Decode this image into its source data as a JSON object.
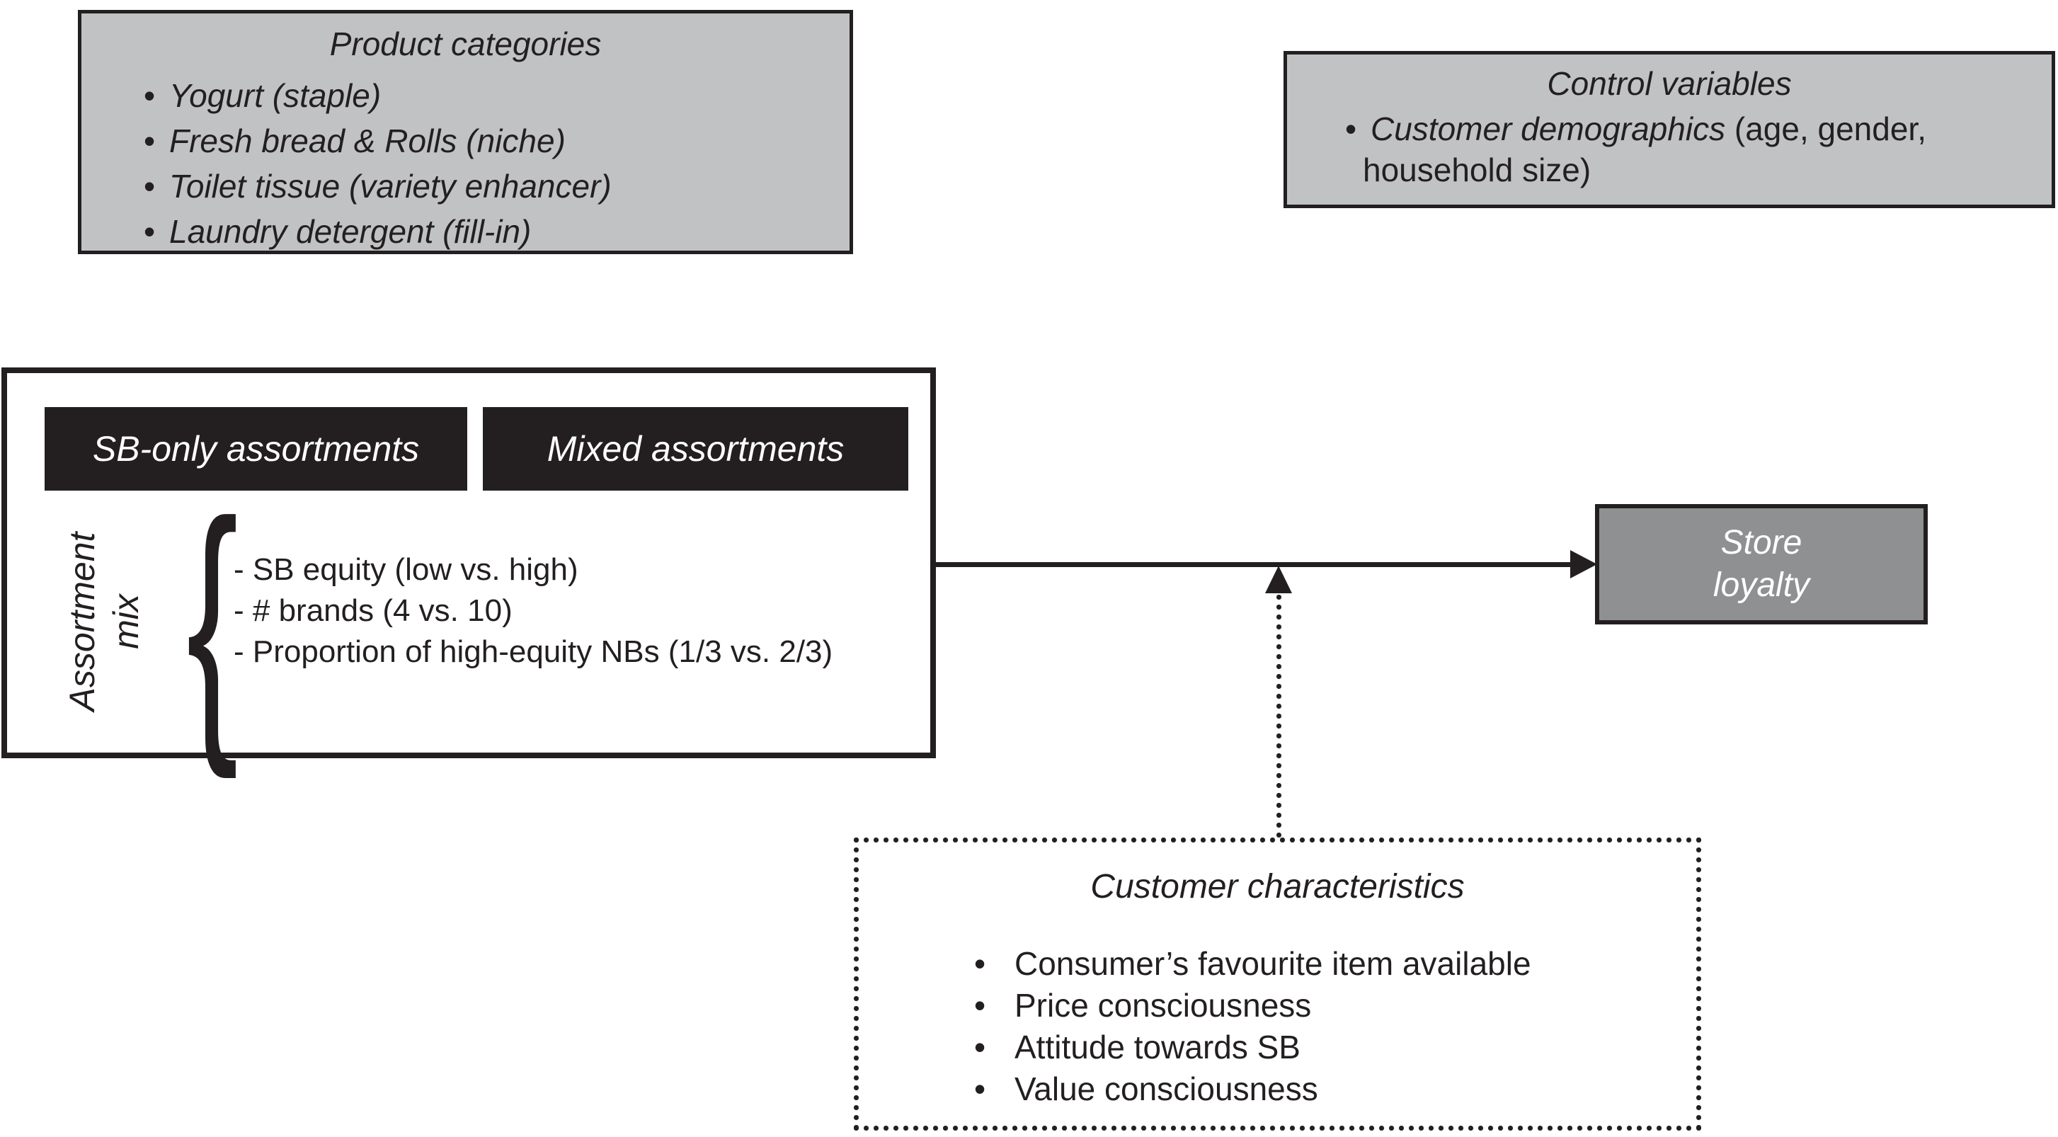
{
  "glyphs": {
    "bullet": "•"
  },
  "product_categories": {
    "title": "Product categories",
    "items": [
      "Yogurt (staple)",
      "Fresh bread & Rolls (niche)",
      "Toilet tissue (variety enhancer)",
      "Laundry detergent (fill-in)"
    ]
  },
  "control_variables": {
    "title": "Control variables",
    "item_emph": "Customer demographics",
    "item_rest": " (age, gender,",
    "item_line2": "household size)"
  },
  "assortment_box": {
    "header_left": "SB-only assortments",
    "header_right": "Mixed assortments",
    "side_label_line1": "Assortment",
    "side_label_line2": "mix",
    "brace": "{",
    "factors": [
      "- SB equity (low vs. high)",
      "- # brands (4 vs. 10)",
      "- Proportion of high-equity NBs (1/3 vs. 2/3)"
    ]
  },
  "store_loyalty": {
    "line1": "Store",
    "line2": "loyalty"
  },
  "customer_characteristics": {
    "title": "Customer characteristics",
    "items": [
      "Consumer’s favourite item available",
      "Price consciousness",
      "Attitude towards SB",
      "Value consciousness"
    ]
  },
  "colors": {
    "box_gray": "#c1c2c4",
    "store_gray": "#8f9092",
    "ink": "#231f20"
  }
}
